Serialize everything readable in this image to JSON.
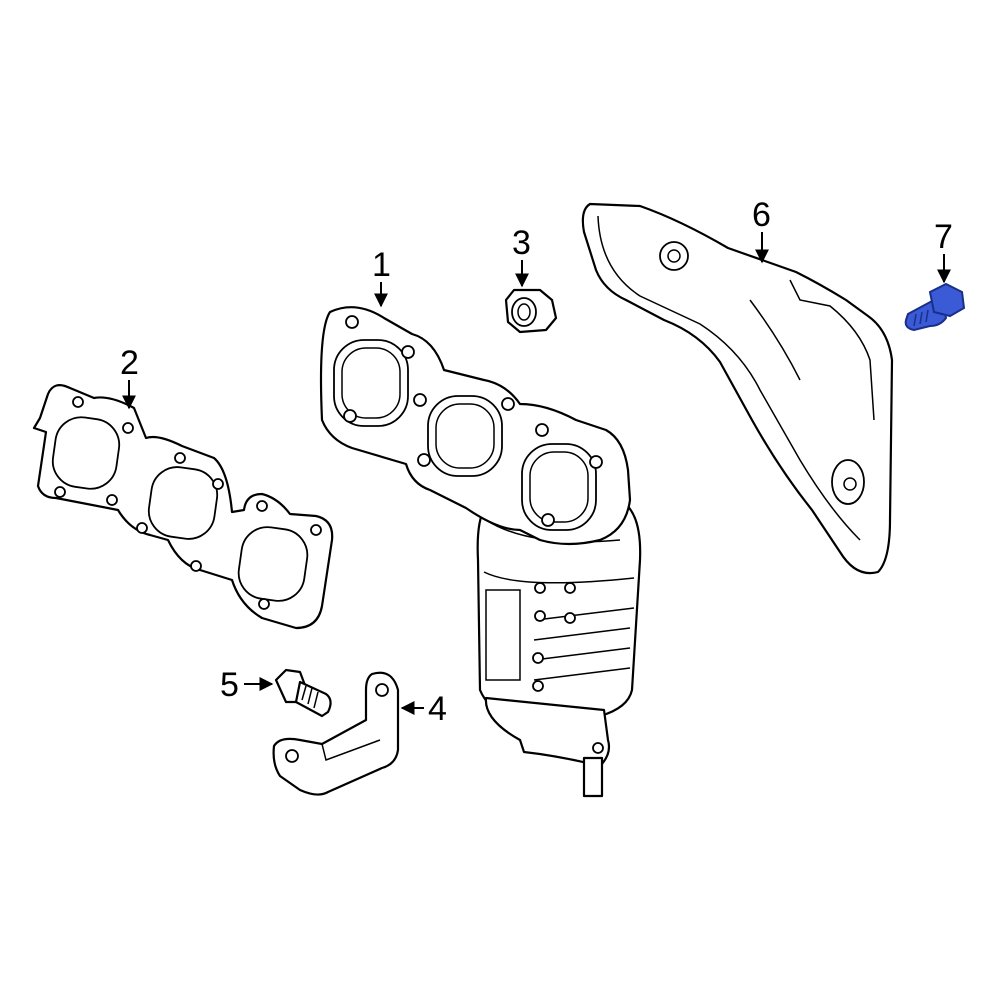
{
  "diagram": {
    "callouts": [
      {
        "number": "1"
      },
      {
        "number": "2"
      },
      {
        "number": "3"
      },
      {
        "number": "4"
      },
      {
        "number": "5"
      },
      {
        "number": "6"
      },
      {
        "number": "7"
      }
    ]
  },
  "colors": {
    "line": "#000000",
    "background": "#ffffff",
    "highlight_fill": "#3b5bd6",
    "highlight_stroke": "#1a2f8a"
  },
  "highlighted_part": "7"
}
